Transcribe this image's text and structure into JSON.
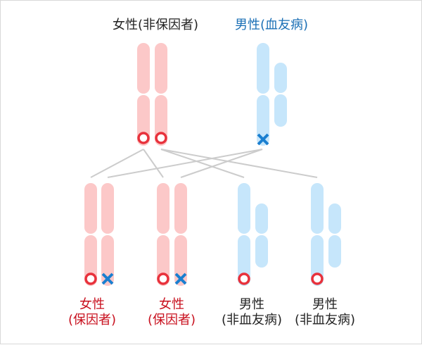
{
  "parents": {
    "mother": {
      "label": "女性(非保因者)",
      "color": "#222222"
    },
    "father": {
      "label": "男性(血友病)",
      "color": "#1a6fb5"
    }
  },
  "children": [
    {
      "line1": "女性",
      "line2": "(保因者)",
      "color": "#c8101e",
      "sex": "female",
      "marks": [
        "normal",
        "affected"
      ]
    },
    {
      "line1": "女性",
      "line2": "(保因者)",
      "color": "#c8101e",
      "sex": "female",
      "marks": [
        "normal",
        "affected"
      ]
    },
    {
      "line1": "男性",
      "line2": "(非血友病)",
      "color": "#222222",
      "sex": "male",
      "marks": [
        "normal"
      ]
    },
    {
      "line1": "男性",
      "line2": "(非血友病)",
      "color": "#222222",
      "sex": "male",
      "marks": [
        "normal"
      ]
    }
  ],
  "colors": {
    "female_chromosome": "#fcc8c8",
    "male_chromosome": "#c6e6fb",
    "normal_marker": "#e8323c",
    "affected_marker": "#1a7fd0",
    "connector": "#cccccc"
  }
}
